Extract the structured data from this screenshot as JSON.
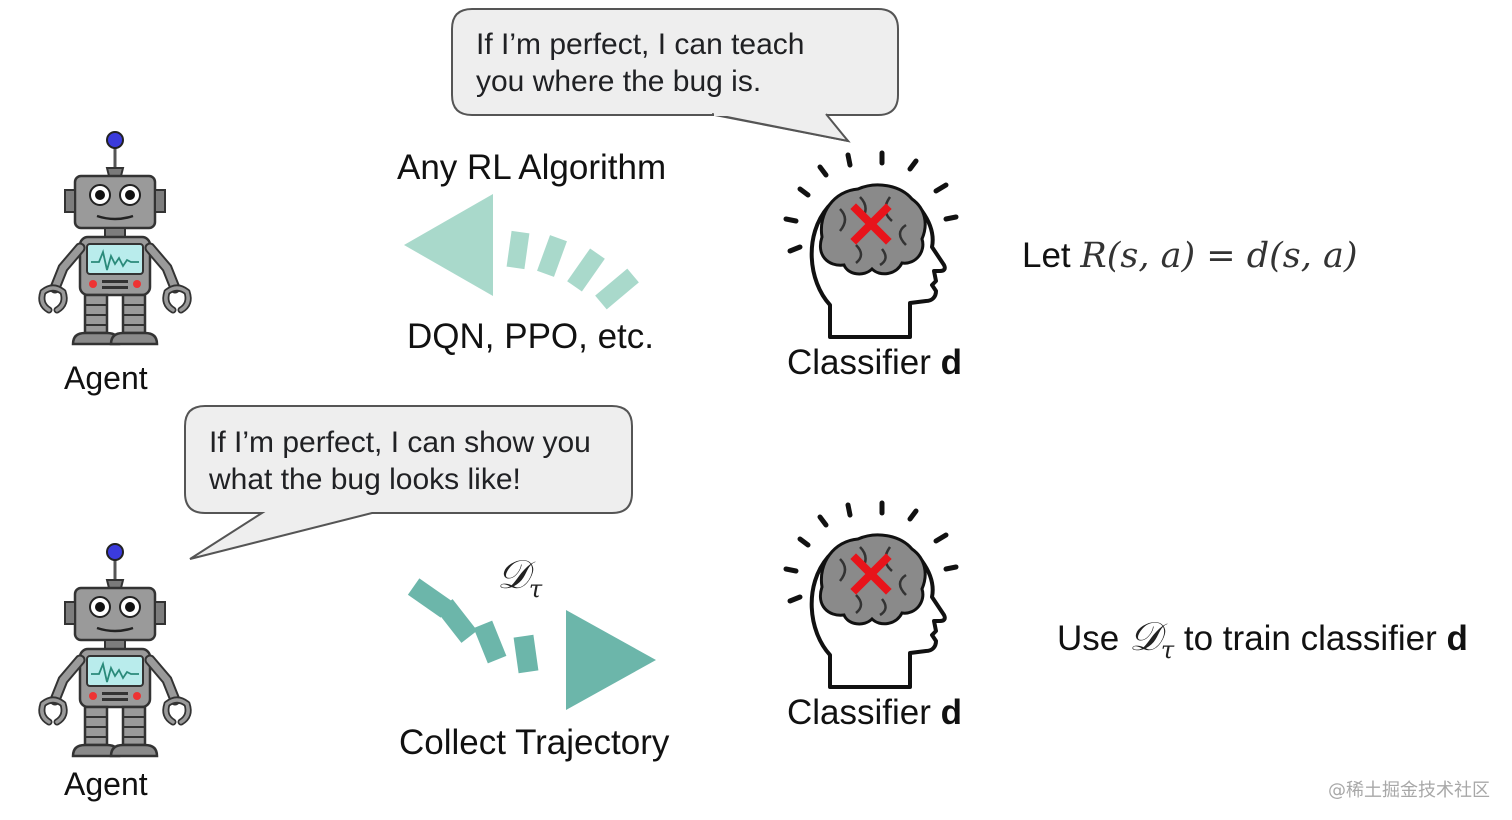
{
  "bubble_top": {
    "line1": "If I’m perfect, I can teach",
    "line2": "you where the bug is."
  },
  "bubble_bottom": {
    "line1": "If I’m perfect, I can show you",
    "line2": "what the bug looks like!"
  },
  "top_arrow": {
    "label_top": "Any RL Algorithm",
    "label_bottom": "DQN, PPO, etc."
  },
  "bottom_arrow": {
    "dataset_symbol": "𝒟",
    "dataset_subscript": "τ",
    "label_bottom": "Collect Trajectory"
  },
  "agents": {
    "top_label": "Agent",
    "bottom_label": "Agent"
  },
  "classifiers": {
    "label_prefix": "Classifier ",
    "label_bold": "d"
  },
  "reward_formula": {
    "prefix": "Let ",
    "lhs": "R(s, a)",
    "equals": " = ",
    "rhs": "d(s, a)"
  },
  "train_text": {
    "prefix": "Use ",
    "symbol": "𝒟",
    "subscript": "τ",
    "middle": " to train classifier ",
    "bold": "d"
  },
  "watermark": "@稀土掘金技术社区",
  "colors": {
    "arrow_top": "#a9d9cb",
    "arrow_bottom": "#6cb6aa",
    "bubble_fill": "#eeeeee",
    "bubble_stroke": "#555555",
    "cross": "#e8141b",
    "brain": "#8a8a8a",
    "robot_body": "#9a9a9a",
    "robot_antenna_ball": "#3b3bdc",
    "robot_screen": "#b9ecec"
  },
  "icons": [
    "robot-icon",
    "head-brain-icon",
    "red-cross-icon",
    "curved-arrow-left",
    "curved-arrow-right",
    "speech-bubble"
  ]
}
